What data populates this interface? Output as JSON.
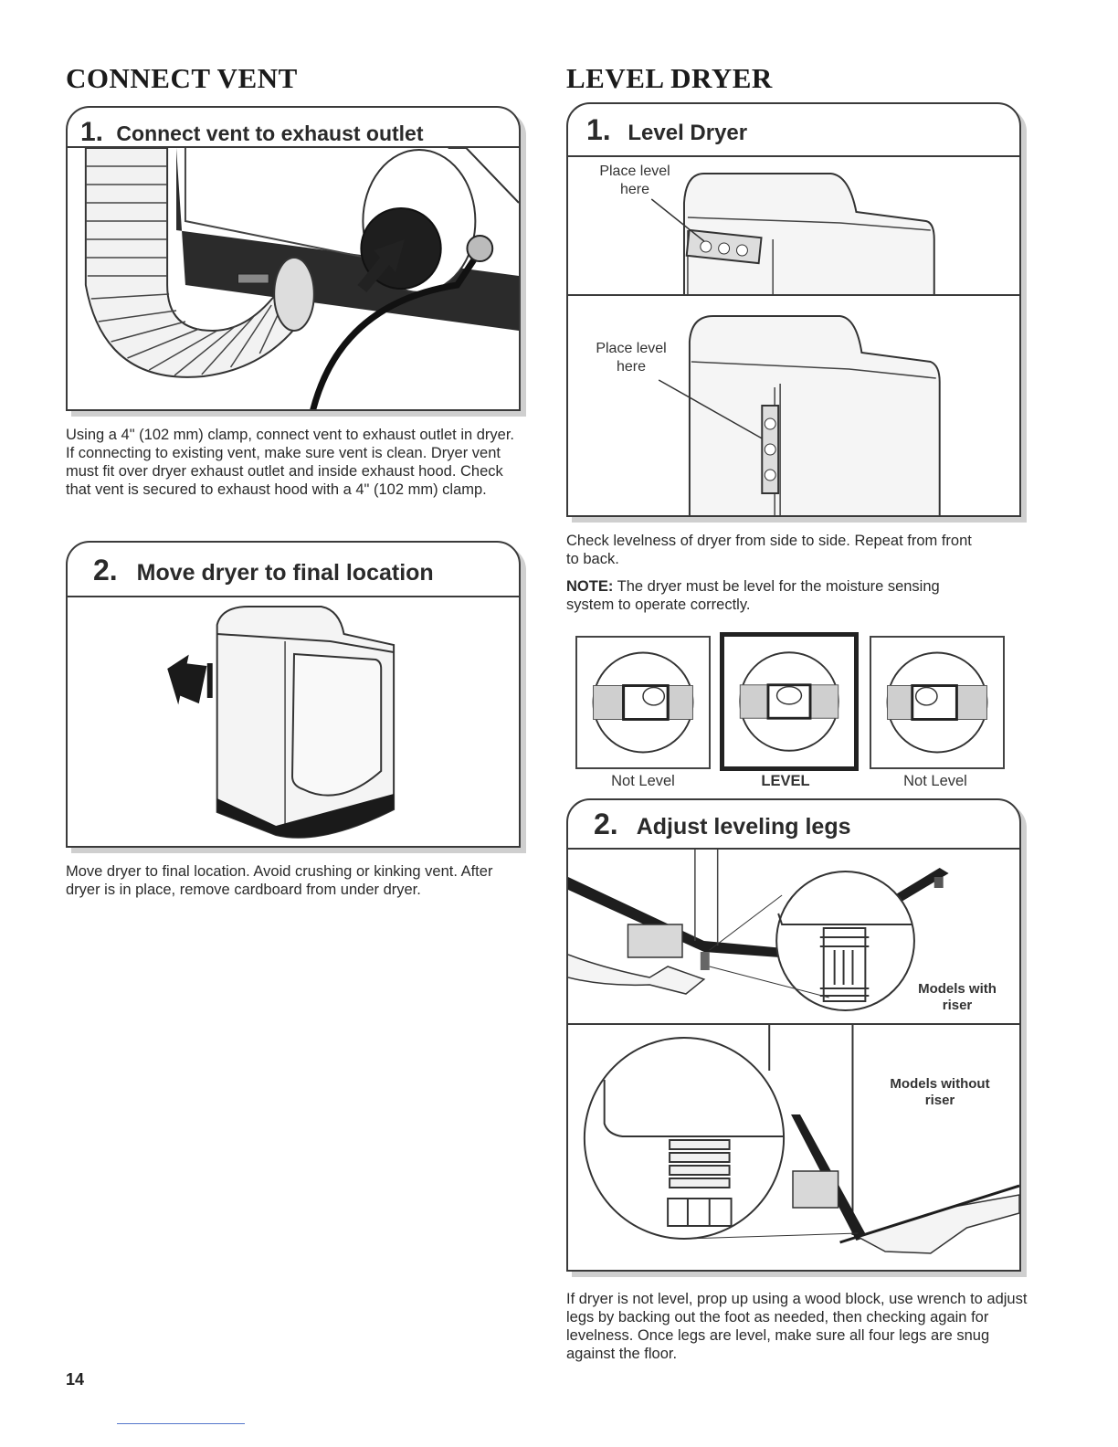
{
  "connect_vent": {
    "title": "CONNECT VENT",
    "step1": {
      "number": "1.",
      "title": "Connect vent to exhaust outlet",
      "text": "Using a 4\" (102 mm) clamp, connect vent to exhaust outlet in dryer. If connecting to existing vent, make sure vent is clean. Dryer vent must fit over dryer exhaust outlet and inside exhaust hood. Check that vent is secured to exhaust hood with a 4\" (102 mm) clamp."
    },
    "step2": {
      "number": "2.",
      "title": "Move dryer to final location",
      "text": "Move dryer to final location. Avoid crushing or kinking vent. After dryer is in place, remove cardboard from under dryer."
    }
  },
  "level_dryer": {
    "title": "LEVEL DRYER",
    "step1": {
      "number": "1.",
      "title": "Level Dryer",
      "label_top": "Place level here",
      "label_bottom": "Place level here",
      "text": "Check levelness of dryer from side to side. Repeat from front to back.",
      "note_label": "NOTE:",
      "note_text": " The dryer must be level for the moisture sensing system to operate correctly."
    },
    "bubbles": [
      {
        "label": "Not Level",
        "state": "not-level-left"
      },
      {
        "label": "LEVEL",
        "state": "level"
      },
      {
        "label": "Not Level",
        "state": "not-level-right"
      }
    ],
    "step2": {
      "number": "2.",
      "title": "Adjust leveling legs",
      "label_riser": "Models with riser",
      "label_no_riser": "Models without riser",
      "text": "If dryer is not level, prop up using a wood block, use wrench to adjust legs by backing out the foot as needed, then checking again for levelness. Once legs are level, make sure all four legs are snug against the floor."
    }
  },
  "page_number": "14"
}
